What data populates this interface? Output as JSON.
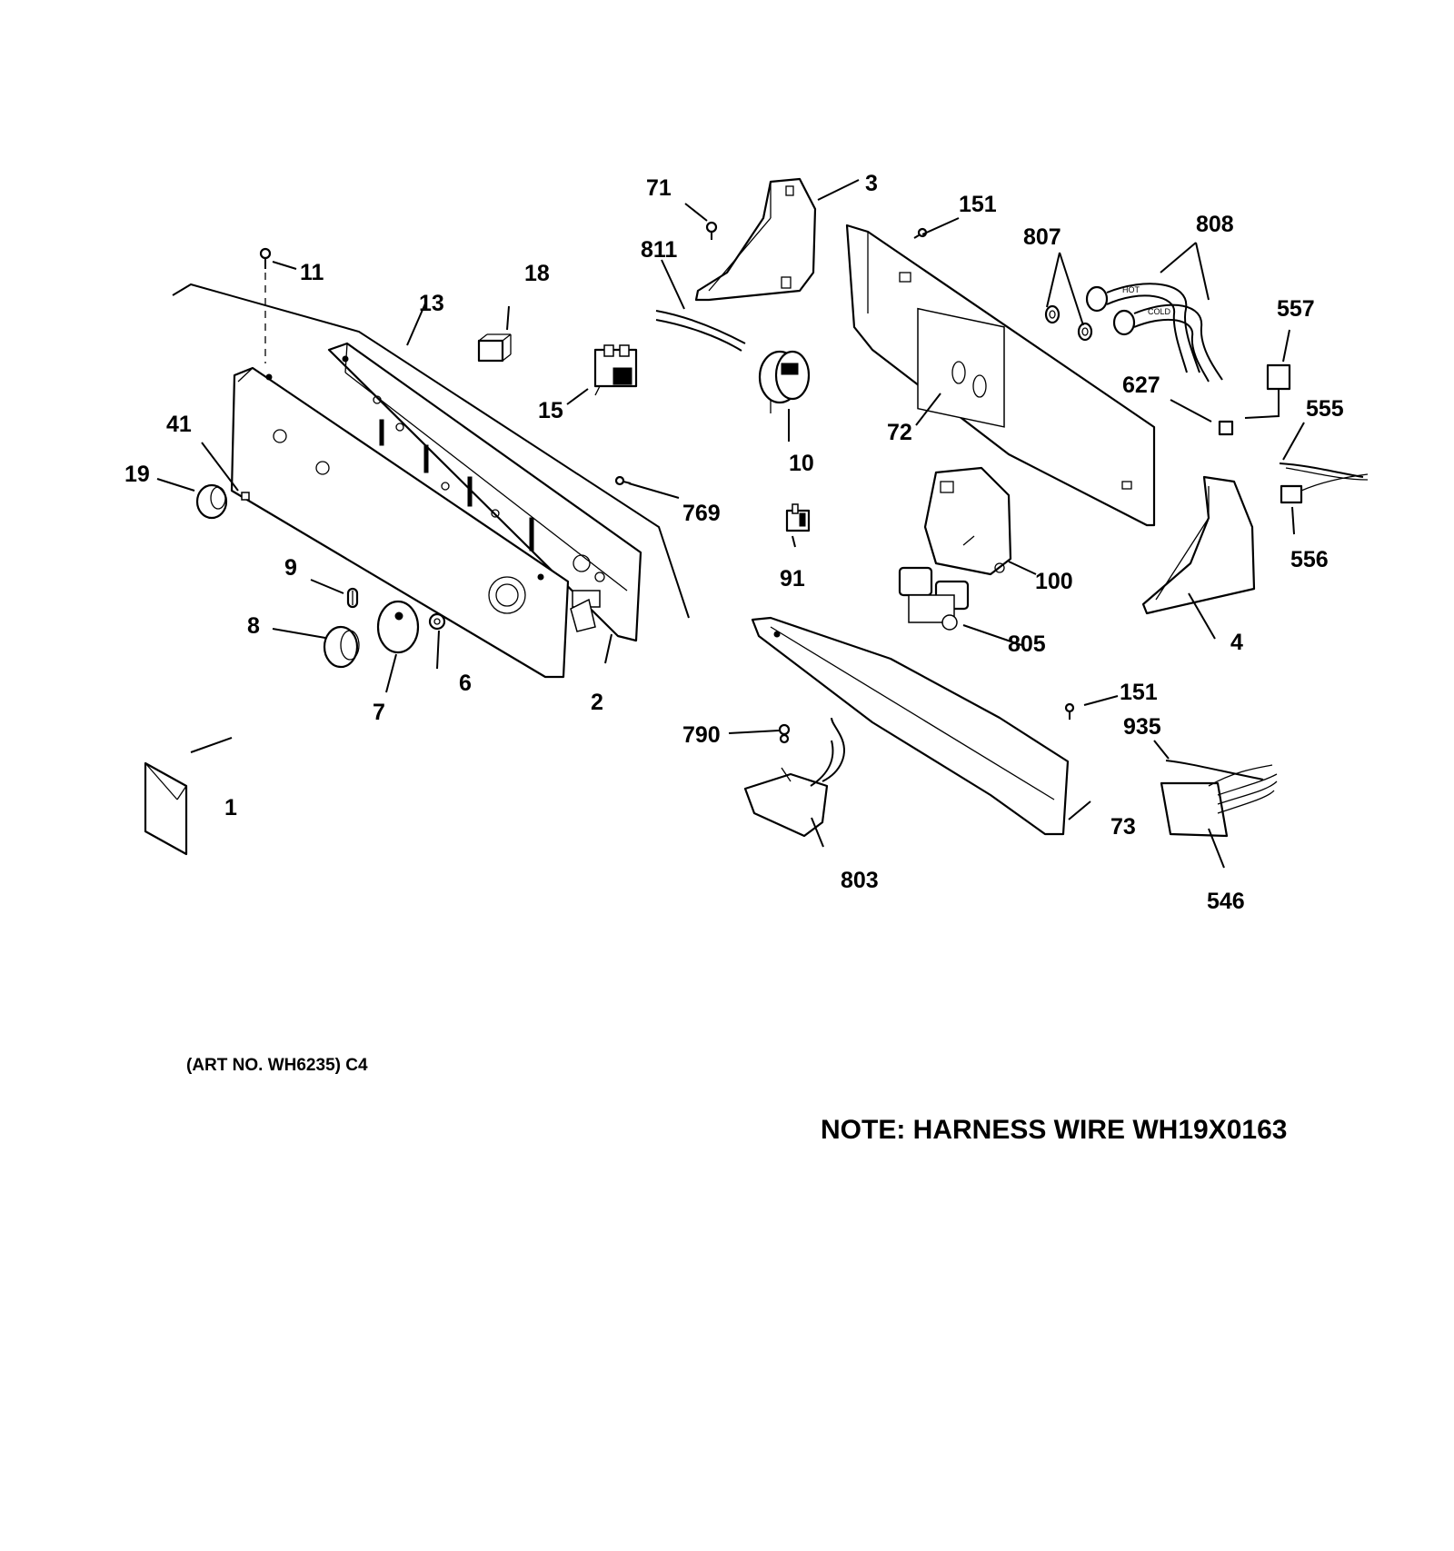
{
  "callouts": {
    "p1": "1",
    "p2": "2",
    "p3": "3",
    "p4": "4",
    "p6": "6",
    "p7": "7",
    "p8": "8",
    "p9": "9",
    "p10": "10",
    "p11": "11",
    "p13": "13",
    "p15": "15",
    "p18": "18",
    "p19": "19",
    "p41": "41",
    "p71": "71",
    "p72": "72",
    "p73": "73",
    "p91": "91",
    "p100": "100",
    "p151a": "151",
    "p151b": "151",
    "p546": "546",
    "p555": "555",
    "p556": "556",
    "p557": "557",
    "p627": "627",
    "p769": "769",
    "p790": "790",
    "p803": "803",
    "p805": "805",
    "p807": "807",
    "p808": "808",
    "p811": "811",
    "p935": "935"
  },
  "hose_labels": {
    "hot": "HOT",
    "cold": "COLD"
  },
  "art_number": "(ART NO. WH6235) C4",
  "note": "NOTE: HARNESS WIRE WH19X0163"
}
